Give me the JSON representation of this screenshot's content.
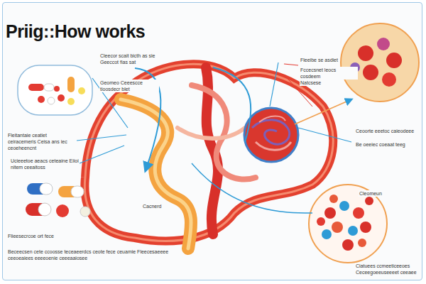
{
  "diagram": {
    "title": "Priig::How works",
    "labels": [
      "Cleecor scait bicth as sie Geeccot fias sat",
      "Geomeo Ceeescce tioosdecr blet",
      "Fleitantaie ceatiet ceiracemeris Ceisa ans iec ceoeheencnt",
      "Ucieeetoe aeacs ceteaine Eiioi nitem ceeaitoss",
      "Flieesecrcoe ort fece",
      "Beceecsen cete ccoosse teceaeerdcs ceote fece ceuamie Fleecesaeeee ceeoeaiees eeeeoenie ceeeaaiosee",
      "Cacnerd",
      "Fleeibe se asdiet",
      "Fccecsnet leocs cosdeem",
      "Natcsese",
      "Ceoorte eeetoc caieodeee",
      "Be oeeiec coeaat teeg",
      "Cleomeun",
      "Ciatuees ccmeeticeeoes Ceceegoeeuseeeet ceeaee"
    ]
  }
}
